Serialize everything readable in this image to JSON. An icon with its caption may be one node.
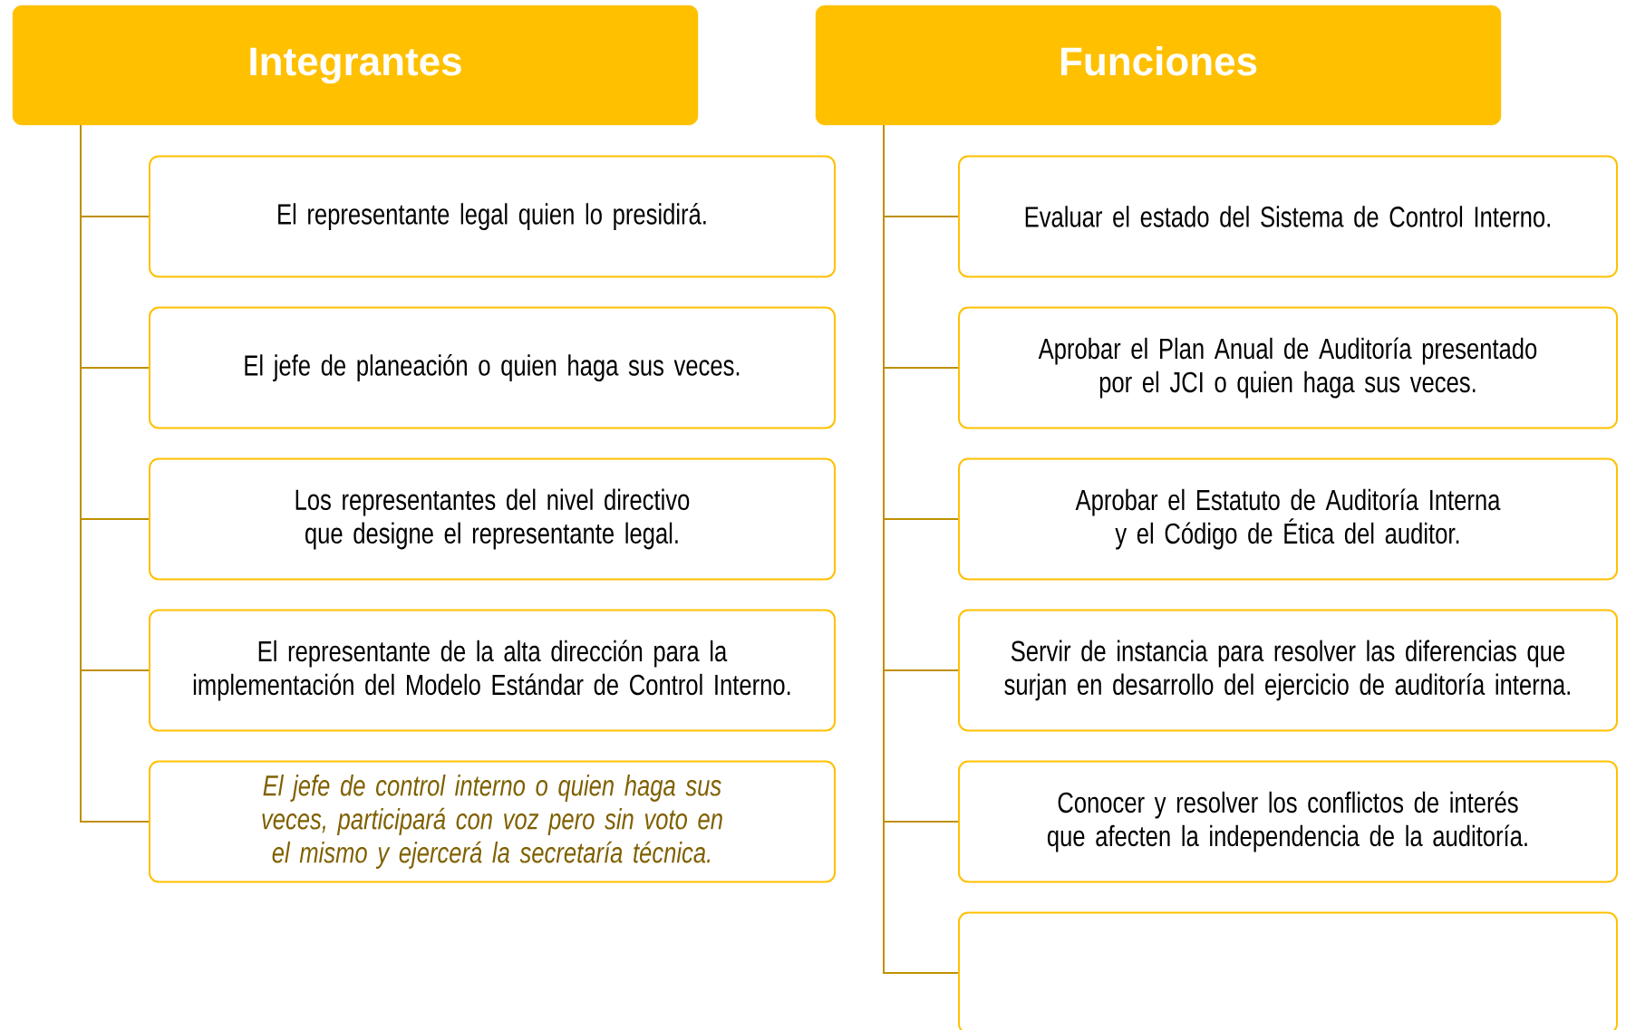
{
  "diagram": {
    "nodes": [
      {
        "text": [
          "Integrantes"
        ]
      },
      {
        "text": [
          "El representante legal quien lo presidirá."
        ]
      },
      {
        "text": [
          "El jefe de planeación o quien haga sus veces."
        ]
      },
      {
        "text": [
          "Los representantes del nivel directivo que designe el representante legal."
        ]
      },
      {
        "text": [
          "El representante de la alta dirección para la implementación del Modelo Estándar de Control Interno."
        ]
      },
      {
        "text": [
          "El jefe de control interno o quien haga sus veces, participará con voz pero sin voto en el mismo y ejercerá la secretaría técnica."
        ]
      },
      {
        "text": [
          "Funciones"
        ]
      },
      {
        "text": [
          "Evaluar el estado del Sistema de Control Interno."
        ]
      },
      {
        "text": [
          "Aprobar el Plan Anual de Auditoría presentado por el JCI o quien haga sus veces."
        ]
      },
      {
        "text": [
          "Aprobar el Estatuto de Auditoría Interna y el Código de Ética del auditor."
        ]
      },
      {
        "text": [
          "Servir de instancia para resolver las diferencias que surjan en desarrollo del ejercicio de auditoría interna."
        ]
      },
      {
        "text": [
          "Conocer y resolver los conflictos de interés que afecten la independencia de la auditoría."
        ]
      },
      {
        "text": [],
        "shape": "box"
      }
    ],
    "edges": [
      {
        "from": 0,
        "to": 1,
        "arrow": "none"
      },
      {
        "from": 0,
        "to": 2,
        "arrow": "none"
      },
      {
        "from": 0,
        "to": 3,
        "arrow": "none"
      },
      {
        "from": 0,
        "to": 4,
        "arrow": "none"
      },
      {
        "from": 0,
        "to": 5,
        "arrow": "none"
      },
      {
        "from": 6,
        "to": 7,
        "arrow": "none"
      },
      {
        "from": 6,
        "to": 8,
        "arrow": "none"
      },
      {
        "from": 6,
        "to": 9,
        "arrow": "none"
      },
      {
        "from": 6,
        "to": 10,
        "arrow": "none"
      },
      {
        "from": 6,
        "to": 11,
        "arrow": "none"
      },
      {
        "from": 6,
        "to": 12,
        "arrow": "none"
      }
    ]
  }
}
